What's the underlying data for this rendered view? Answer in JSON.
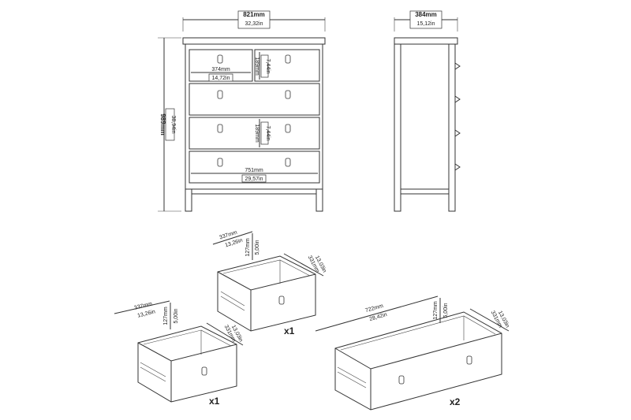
{
  "front_view": {
    "width_mm": "821mm",
    "width_in": "32,32in",
    "height_mm": "989mm",
    "height_in": "38,94in",
    "small_drawer_width_mm": "374mm",
    "small_drawer_width_in": "14,72in",
    "drawer_height_top_mm": "189mm",
    "drawer_height_top_in": "7,44in",
    "drawer_height_mid_mm": "189mm",
    "drawer_height_mid_in": "7,44in",
    "big_drawer_width_mm": "751mm",
    "big_drawer_width_in": "29,57in"
  },
  "side_view": {
    "depth_mm": "384mm",
    "depth_in": "15,12in"
  },
  "drawer_small_1": {
    "width_mm": "337mm",
    "width_in": "13,26in",
    "height_mm": "127mm",
    "height_in": "5,00in",
    "depth_mm": "331mm",
    "depth_in": "13,03in",
    "qty": "x1"
  },
  "drawer_small_2": {
    "width_mm": "337mm",
    "width_in": "13,26in",
    "height_mm": "127mm",
    "height_in": "5,00in",
    "depth_mm": "331mm",
    "depth_in": "13,03in",
    "qty": "x1"
  },
  "drawer_large": {
    "width_mm": "722mm",
    "width_in": "28,42in",
    "height_mm": "127mm",
    "height_in": "5,00in",
    "depth_mm": "331mm",
    "depth_in": "13,03in",
    "qty": "x2"
  }
}
